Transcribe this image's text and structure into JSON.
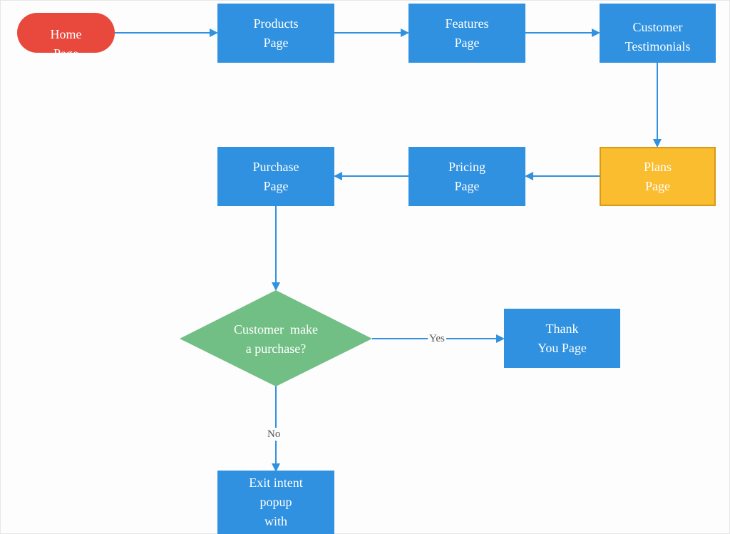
{
  "nodes": {
    "home": "Home\nPage",
    "products": "Products\nPage",
    "features": "Features\nPage",
    "testimonials": "Customer\nTestimonials",
    "plans": "Plans\nPage",
    "pricing": "Pricing\nPage",
    "purchase": "Purchase\nPage",
    "decision": "Customer  make\na purchase?",
    "thank_you": "Thank\nYou Page",
    "exit_intent": "Exit intent\npopup\nwith"
  },
  "edge_labels": {
    "yes": "Yes",
    "no": "No"
  },
  "colors": {
    "process": "#2f91e0",
    "terminal": "#e9493d",
    "highlight": "#fbbd30",
    "decision": "#72bf86",
    "connector": "#2f91e0"
  }
}
